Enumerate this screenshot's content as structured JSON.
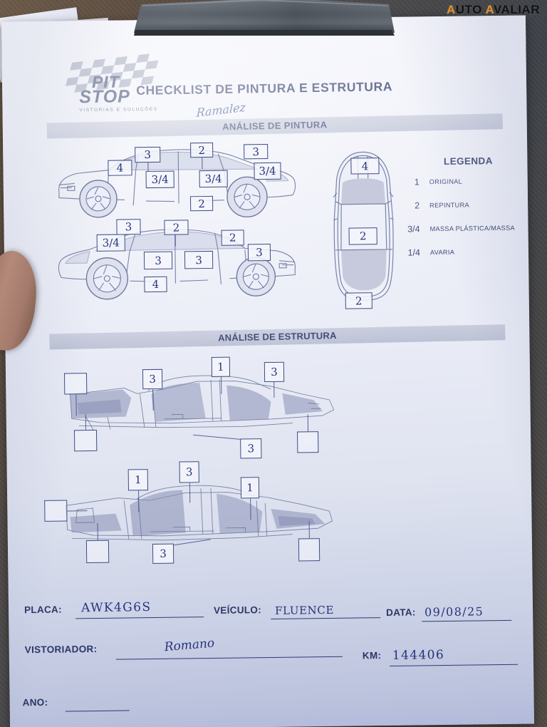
{
  "watermark": {
    "part1": "A",
    "part2": "UTO ",
    "part3": "A",
    "part4": "V",
    "part5": "ALIAR",
    "full": "AUTO AVALIAR"
  },
  "logo": {
    "line1": "PIT",
    "line2": "STOP",
    "tagline": "VISTORIAS E SOLUÇÕES"
  },
  "document": {
    "title": "CHECKLIST DE PINTURA E ESTRUTURA",
    "signature_top": "Ramalez"
  },
  "sections": {
    "paint": {
      "band_label": "ANÁLISE DE PINTURA"
    },
    "structure": {
      "band_label": "ANÁLISE DE ESTRUTURA"
    }
  },
  "legend": {
    "title": "LEGENDA",
    "rows": [
      {
        "code": "1",
        "label": "ORIGINAL"
      },
      {
        "code": "2",
        "label": "REPINTURA"
      },
      {
        "code": "3/4",
        "label": "MASSA PLÁSTICA/MASSA"
      },
      {
        "code": "1/4",
        "label": "AVARIA"
      }
    ]
  },
  "paint_marks": {
    "car_left_side": [
      {
        "id": "front-fender",
        "value": "4"
      },
      {
        "id": "front-door-top",
        "value": "3"
      },
      {
        "id": "front-door",
        "value": "3/4"
      },
      {
        "id": "roof",
        "value": "2"
      },
      {
        "id": "rear-door",
        "value": "3/4"
      },
      {
        "id": "rear-quarter-top",
        "value": "3"
      },
      {
        "id": "rear-quarter",
        "value": "3/4"
      },
      {
        "id": "rocker",
        "value": "2"
      }
    ],
    "car_right_side": [
      {
        "id": "rear-quarter",
        "value": "3/4"
      },
      {
        "id": "rear-top",
        "value": "3"
      },
      {
        "id": "roof",
        "value": "2"
      },
      {
        "id": "front-top",
        "value": "2"
      },
      {
        "id": "front-fender",
        "value": "3"
      },
      {
        "id": "rear-door",
        "value": "3"
      },
      {
        "id": "front-door",
        "value": "3"
      },
      {
        "id": "rocker",
        "value": "4"
      }
    ],
    "car_top_view": [
      {
        "id": "hood",
        "value": "4"
      },
      {
        "id": "roof",
        "value": "2"
      },
      {
        "id": "trunk",
        "value": "2"
      }
    ]
  },
  "structure_marks": {
    "diagram_1": [
      {
        "id": "front-left",
        "value": ""
      },
      {
        "id": "a-pillar",
        "value": "3"
      },
      {
        "id": "roof",
        "value": "1"
      },
      {
        "id": "rear-upper",
        "value": "3"
      },
      {
        "id": "front-lower",
        "value": ""
      },
      {
        "id": "floor-center",
        "value": "3"
      },
      {
        "id": "rear-lower",
        "value": ""
      }
    ],
    "diagram_2": [
      {
        "id": "front-left",
        "value": ""
      },
      {
        "id": "a-pillar",
        "value": "1"
      },
      {
        "id": "roof",
        "value": "3"
      },
      {
        "id": "c-pillar",
        "value": "1"
      },
      {
        "id": "front-lower",
        "value": ""
      },
      {
        "id": "floor-center",
        "value": "3"
      },
      {
        "id": "rear-lower",
        "value": ""
      }
    ]
  },
  "form": {
    "placa_label": "PLACA:",
    "placa_value": "AWK4G6S",
    "veiculo_label": "VEÍCULO:",
    "veiculo_value": "FLUENCE",
    "data_label": "DATA:",
    "data_value": "09/08/25",
    "vistoriador_label": "VISTORIADOR:",
    "vistoriador_value": "Romano",
    "km_label": "KM:",
    "km_value": "144406",
    "ano_label": "ANO:",
    "ano_value": ""
  },
  "colors": {
    "ink": "#27347c",
    "print": "#2c3766",
    "accent_orange": "#e8912a",
    "paper": "#eef0f8"
  }
}
